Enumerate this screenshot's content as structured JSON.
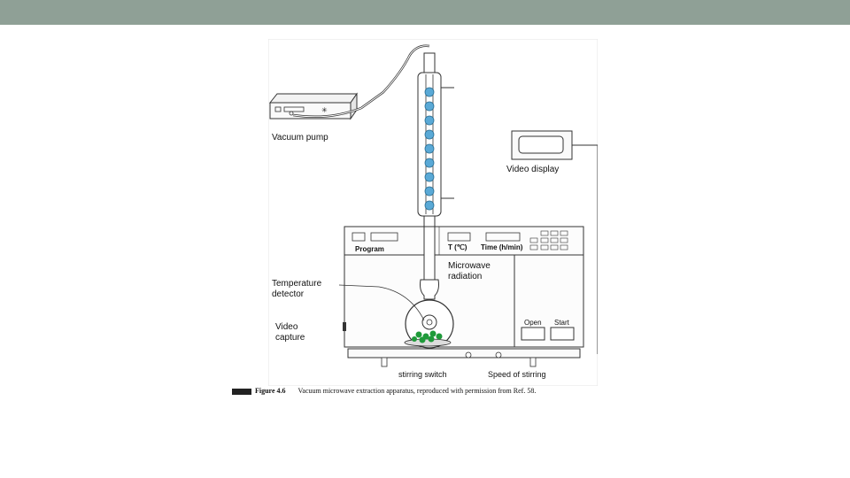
{
  "labels": {
    "vacuum_pump": "Vacuum pump",
    "video_display": "Video display",
    "program": "Program",
    "temp": "T (℃)",
    "time": "Time (h/min)",
    "microwave_1": "Microwave",
    "microwave_2": "radiation",
    "temp_detector_1": "Temperature",
    "temp_detector_2": "detector",
    "video_capture_1": "Video",
    "video_capture_2": "capture",
    "open": "Open",
    "start": "Start",
    "stirring_switch": "stirring switch",
    "speed_of_stirring": "Speed of stirring"
  },
  "caption": {
    "label": "Figure 4.6",
    "text": "Vacuum microwave extraction apparatus, reproduced with permission from Ref. 58."
  },
  "colors": {
    "topbar": "#8fa096",
    "bulbs": "#5aa9d6",
    "beads": "#1f9a3a",
    "lines": "#333333"
  }
}
